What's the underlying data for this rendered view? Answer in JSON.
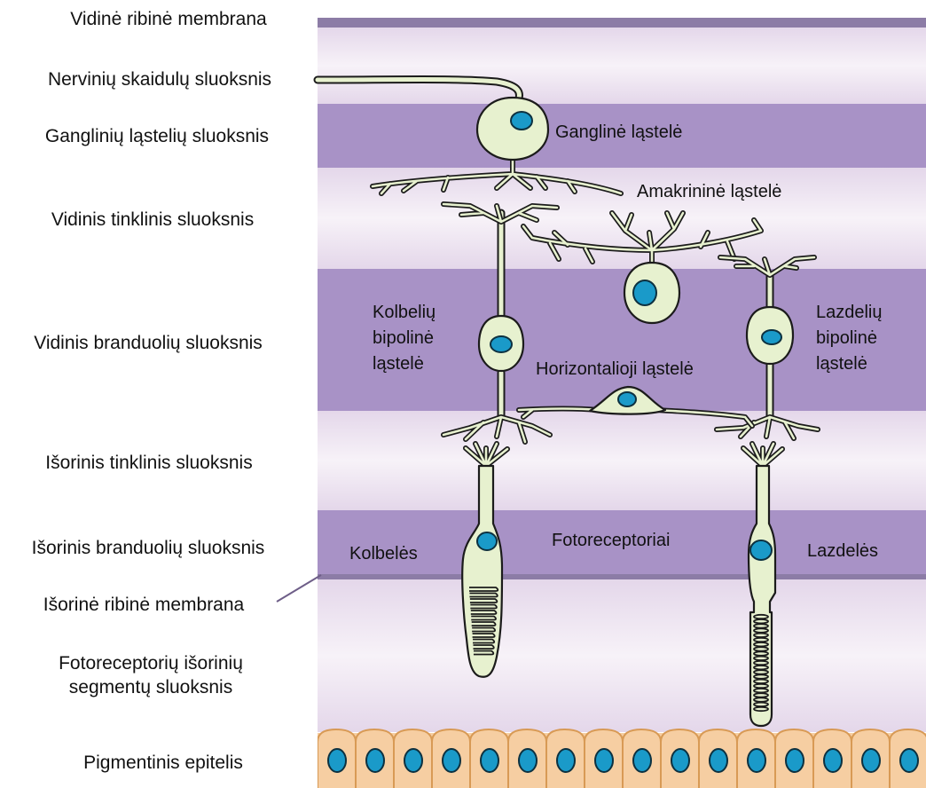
{
  "colors": {
    "membrane": "#8c7ca6",
    "dark_band": "#a892c6",
    "light_band": "#ede4f0",
    "cell_fill": "#e7f1cf",
    "nucleus": "#1a9ac9",
    "epithelium": "#f6ceA2"
  },
  "layers": {
    "inner_limiting_membrane": "Vidinė ribinė membrana",
    "nerve_fiber_layer": "Nervinių skaidulų sluoksnis",
    "ganglion_cell_layer": "Ganglinių ląstelių sluoksnis",
    "inner_plexiform_layer": "Vidinis tinklinis sluoksnis",
    "inner_nuclear_layer": "Vidinis branduolių sluoksnis",
    "outer_plexiform_layer": "Išorinis tinklinis sluoksnis",
    "outer_nuclear_layer": "Išorinis branduolių sluoksnis",
    "outer_limiting_membrane": "Išorinė ribinė membrana",
    "photoreceptor_segments_line1": "Fotoreceptorių išorinių",
    "photoreceptor_segments_line2": "segmentų sluoksnis",
    "pigment_epithelium": "Pigmentinis epitelis"
  },
  "cells": {
    "ganglion": "Ganglinė ląstelė",
    "amacrine": "Amakrininė ląstelė",
    "cone_bipolar_line1": "Kolbelių",
    "cone_bipolar_line2": "bipolinė",
    "cone_bipolar_line3": "ląstelė",
    "rod_bipolar_line1": "Lazdelių",
    "rod_bipolar_line2": "bipolinė",
    "rod_bipolar_line3": "ląstelė",
    "horizontal": "Horizontalioji ląstelė",
    "photoreceptors": "Fotoreceptoriai",
    "cones": "Kolbelės",
    "rods": "Lazdelės"
  }
}
